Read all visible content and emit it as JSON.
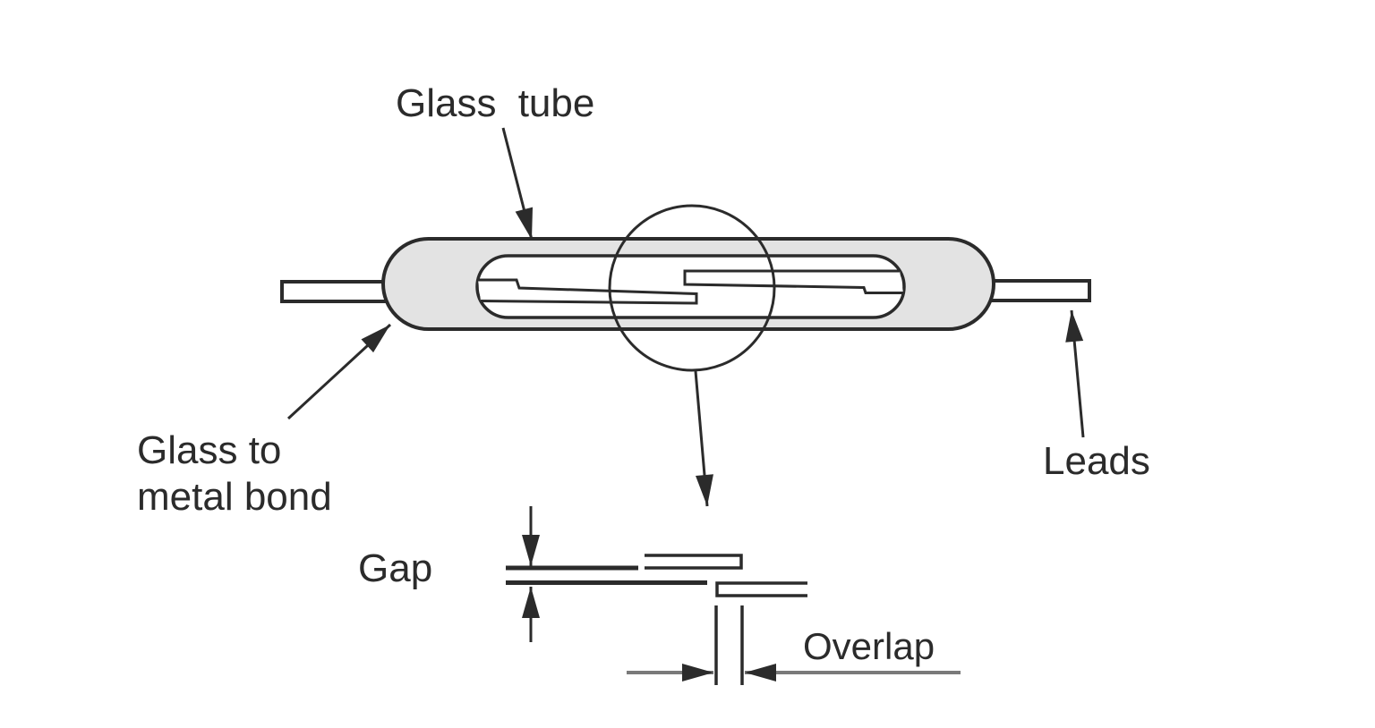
{
  "diagram": {
    "labels": {
      "glass_tube": "Glass tube",
      "bond_line1": "Glass to",
      "bond_line2": "metal bond",
      "leads": "Leads",
      "gap": "Gap",
      "overlap": "Overlap"
    },
    "colors": {
      "line": "#2b2b2b",
      "tube_fill": "#e3e3e3",
      "white": "#ffffff",
      "dim_line": "#7a7a7a",
      "background": "#ffffff"
    }
  }
}
